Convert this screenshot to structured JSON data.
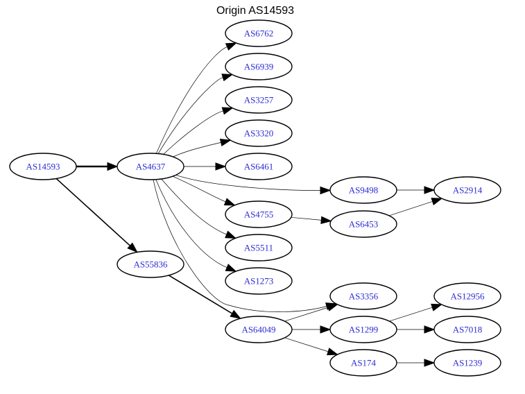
{
  "title": "Origin AS14593",
  "colors": {
    "node_label": "#2b2bd6",
    "node_border": "#000000",
    "edge": "#000000",
    "background": "#ffffff"
  },
  "nodes": [
    {
      "id": "AS14593",
      "label": "AS14593"
    },
    {
      "id": "AS4637",
      "label": "AS4637"
    },
    {
      "id": "AS55836",
      "label": "AS55836"
    },
    {
      "id": "AS6762",
      "label": "AS6762"
    },
    {
      "id": "AS6939",
      "label": "AS6939"
    },
    {
      "id": "AS3257",
      "label": "AS3257"
    },
    {
      "id": "AS3320",
      "label": "AS3320"
    },
    {
      "id": "AS6461",
      "label": "AS6461"
    },
    {
      "id": "AS9498",
      "label": "AS9498"
    },
    {
      "id": "AS4755",
      "label": "AS4755"
    },
    {
      "id": "AS6453",
      "label": "AS6453"
    },
    {
      "id": "AS2914",
      "label": "AS2914"
    },
    {
      "id": "AS5511",
      "label": "AS5511"
    },
    {
      "id": "AS1273",
      "label": "AS1273"
    },
    {
      "id": "AS3356",
      "label": "AS3356"
    },
    {
      "id": "AS64049",
      "label": "AS64049"
    },
    {
      "id": "AS1299",
      "label": "AS1299"
    },
    {
      "id": "AS174",
      "label": "AS174"
    },
    {
      "id": "AS12956",
      "label": "AS12956"
    },
    {
      "id": "AS7018",
      "label": "AS7018"
    },
    {
      "id": "AS1239",
      "label": "AS1239"
    }
  ],
  "edges": [
    {
      "from": "AS14593",
      "to": "AS4637"
    },
    {
      "from": "AS14593",
      "to": "AS55836"
    },
    {
      "from": "AS4637",
      "to": "AS6762"
    },
    {
      "from": "AS4637",
      "to": "AS6939"
    },
    {
      "from": "AS4637",
      "to": "AS3257"
    },
    {
      "from": "AS4637",
      "to": "AS3320"
    },
    {
      "from": "AS4637",
      "to": "AS6461"
    },
    {
      "from": "AS4637",
      "to": "AS9498"
    },
    {
      "from": "AS4637",
      "to": "AS4755"
    },
    {
      "from": "AS4637",
      "to": "AS5511"
    },
    {
      "from": "AS4637",
      "to": "AS1273"
    },
    {
      "from": "AS4637",
      "to": "AS3356"
    },
    {
      "from": "AS9498",
      "to": "AS2914"
    },
    {
      "from": "AS4755",
      "to": "AS6453"
    },
    {
      "from": "AS6453",
      "to": "AS2914"
    },
    {
      "from": "AS55836",
      "to": "AS64049"
    },
    {
      "from": "AS64049",
      "to": "AS3356"
    },
    {
      "from": "AS64049",
      "to": "AS1299"
    },
    {
      "from": "AS64049",
      "to": "AS174"
    },
    {
      "from": "AS1299",
      "to": "AS12956"
    },
    {
      "from": "AS1299",
      "to": "AS7018"
    },
    {
      "from": "AS174",
      "to": "AS1239"
    }
  ]
}
